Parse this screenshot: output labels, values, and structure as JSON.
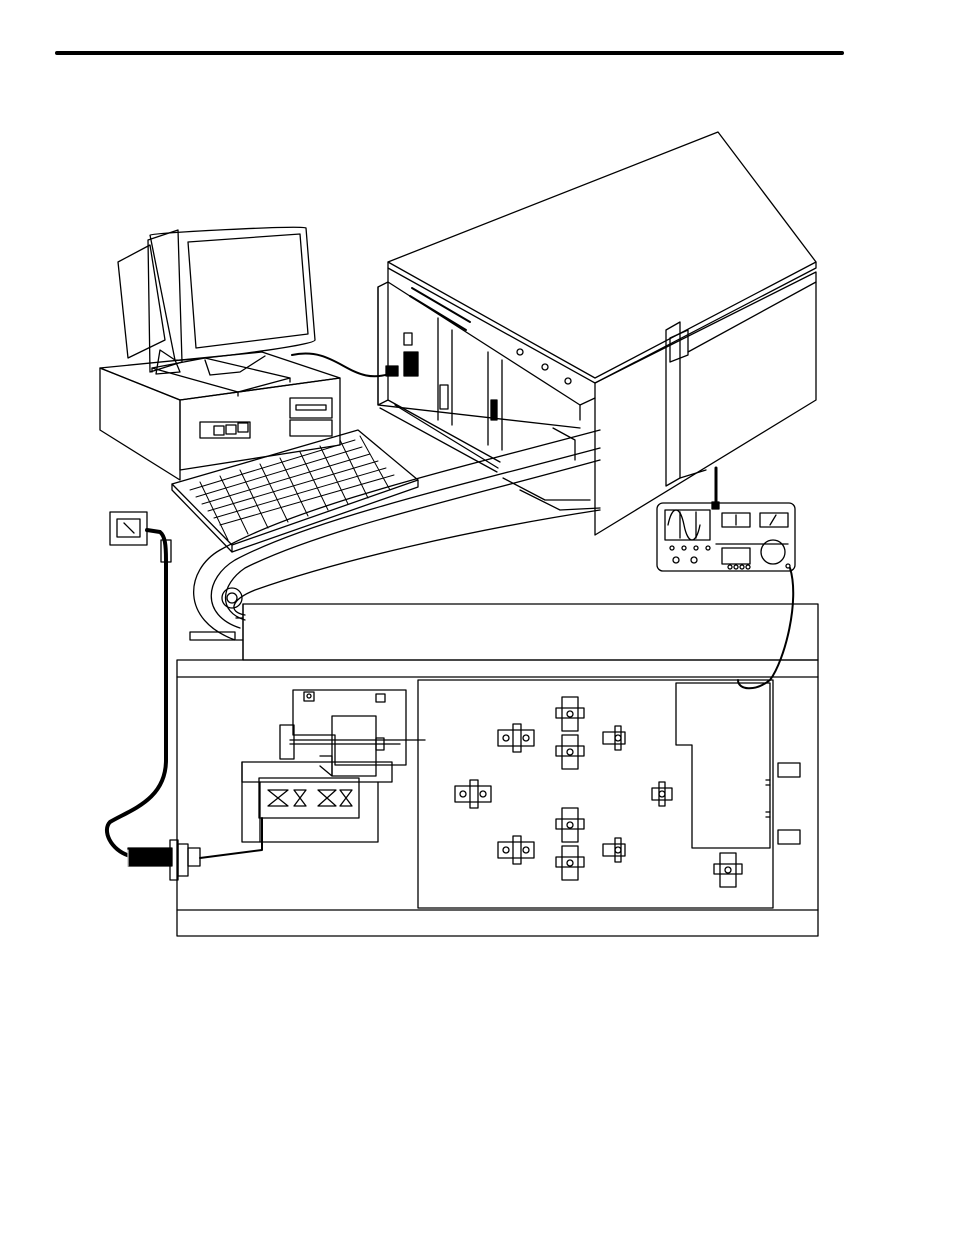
{
  "page": {
    "header_rule": true
  },
  "figure": {
    "type": "technical-line-drawing",
    "components": [
      "computer-monitor",
      "computer-base-unit",
      "keyboard",
      "card-cage-chassis",
      "oscilloscope-test-instrument",
      "panel-meter",
      "coaxial-cable",
      "ribbon-cable",
      "circuit-board-assembly",
      "rf-connector"
    ],
    "colors": {
      "line": "#000000",
      "background": "#ffffff"
    }
  }
}
